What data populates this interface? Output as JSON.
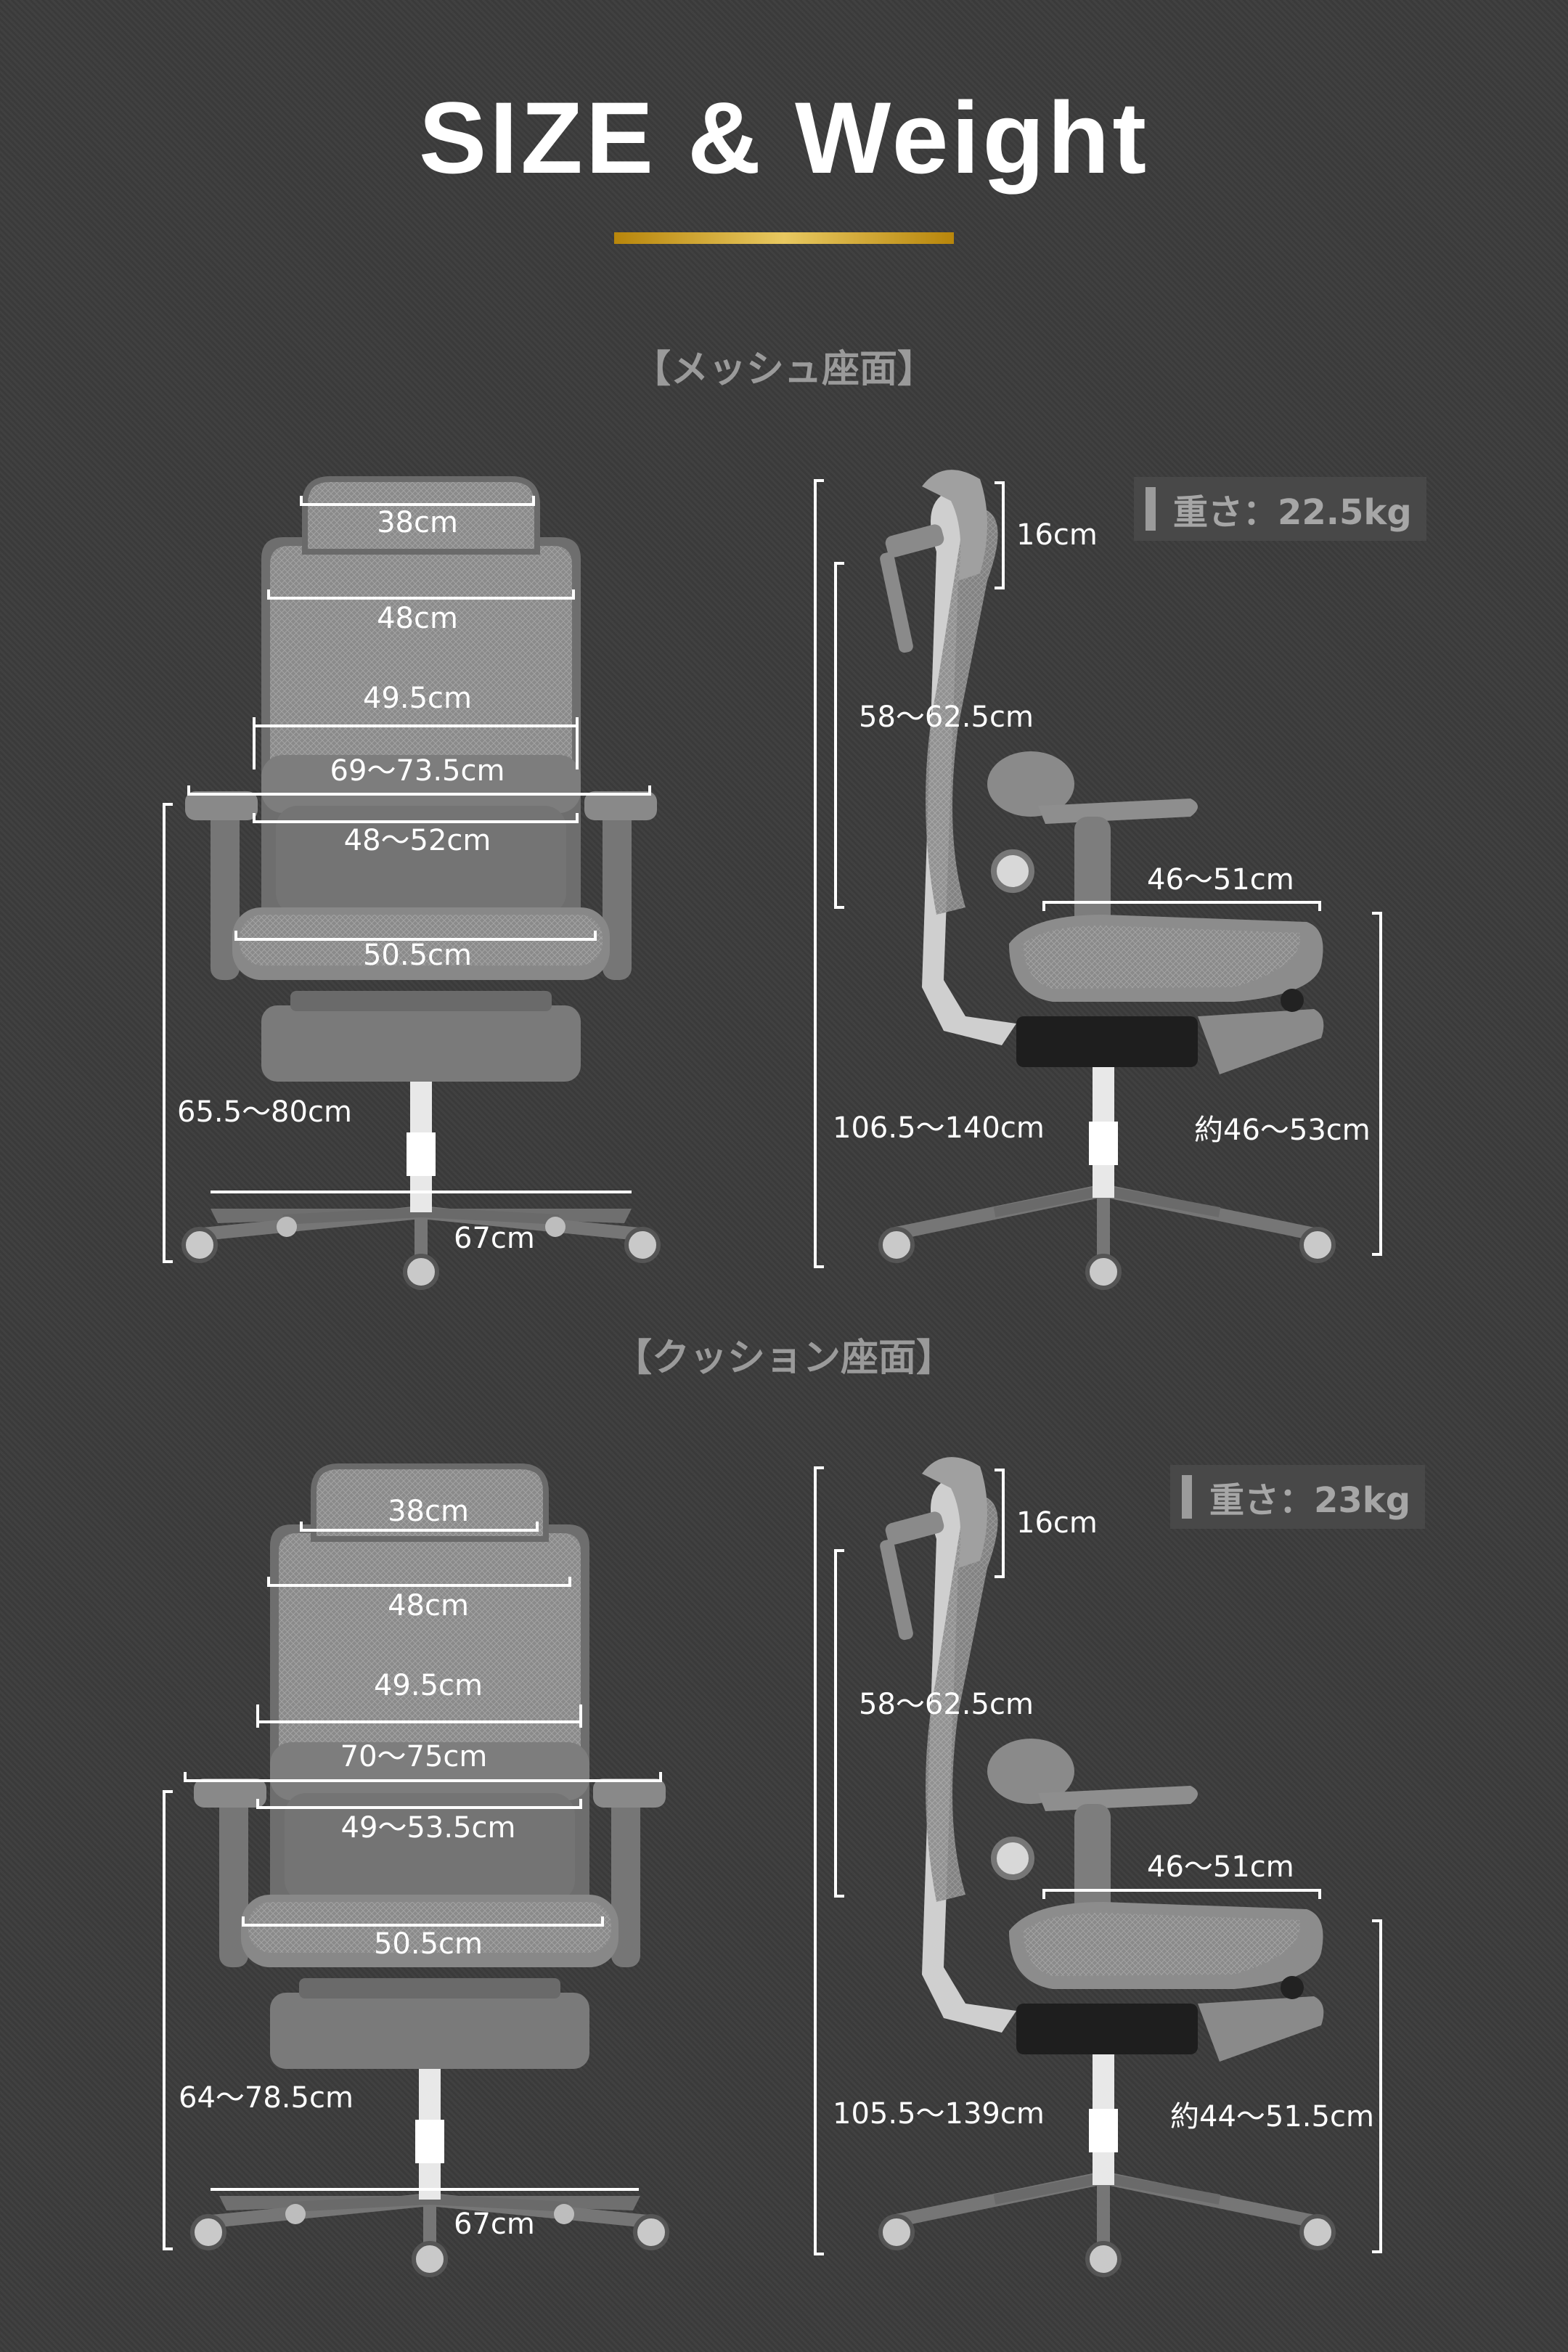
{
  "header": {
    "title": "SIZE & Weight"
  },
  "sections": [
    {
      "label": "【メッシュ座面】",
      "front": {
        "headrest_width": "38cm",
        "upper_back_width": "48cm",
        "back_width": "49.5cm",
        "arm_span": "69〜73.5cm",
        "inner_arm_width": "48〜52cm",
        "seat_width": "50.5cm",
        "arm_height": "65.5〜80cm",
        "base_width": "67cm"
      },
      "side": {
        "weight_label": "重さ：22.5kg",
        "headrest_height": "16cm",
        "backrest_height": "58〜62.5cm",
        "seat_depth": "46〜51cm",
        "total_height": "106.5〜140cm",
        "seat_height": "約46〜53cm"
      }
    },
    {
      "label": "【クッション座面】",
      "front": {
        "headrest_width": "38cm",
        "upper_back_width": "48cm",
        "back_width": "49.5cm",
        "arm_span": "70〜75cm",
        "inner_arm_width": "49〜53.5cm",
        "seat_width": "50.5cm",
        "arm_height": "64〜78.5cm",
        "base_width": "67cm"
      },
      "side": {
        "weight_label": "重さ：23kg",
        "headrest_height": "16cm",
        "backrest_height": "58〜62.5cm",
        "seat_depth": "46〜51cm",
        "total_height": "105.5〜139cm",
        "seat_height": "約44〜51.5cm"
      }
    }
  ]
}
